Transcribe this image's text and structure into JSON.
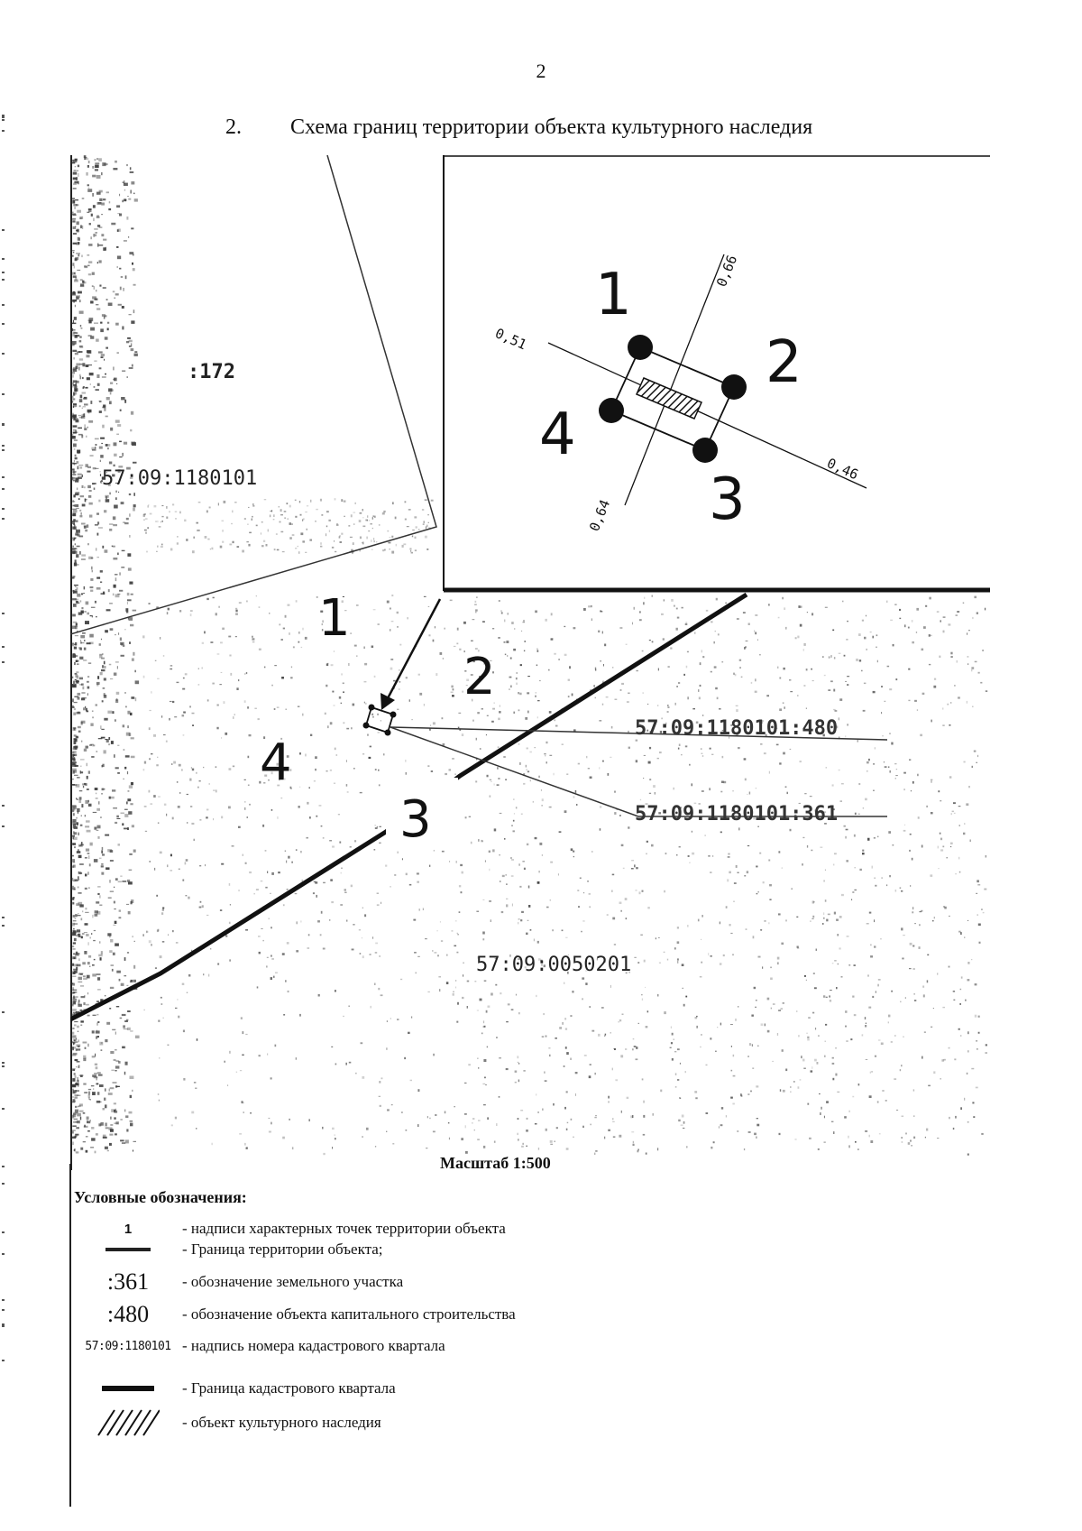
{
  "page": {
    "number": "2",
    "section_number": "2.",
    "section_title": "Схема границ территории объекта культурного наследия"
  },
  "map": {
    "parcel_label": ":172",
    "quarter_upper": "57:09:1180101",
    "quarter_lower": "57:09:0050201",
    "parcel_480": "57:09:1180101:480",
    "parcel_361": "57:09:1180101:361",
    "point_1": "1",
    "point_2": "2",
    "point_3": "3",
    "point_4": "4",
    "scale": "Масштаб 1:500"
  },
  "inset": {
    "point_1": "1",
    "point_2": "2",
    "point_3": "3",
    "point_4": "4",
    "dim_nw": "0,51",
    "dim_ne": "0,66",
    "dim_se": "0,46",
    "dim_sw": "0,64"
  },
  "legend": {
    "title": "Условные обозначения:",
    "items": [
      {
        "symbol": "1",
        "desc": "- надписи характерных точек территории объекта"
      },
      {
        "symbol": "",
        "desc": "- Граница территории объекта;"
      },
      {
        "symbol": ":361",
        "desc": "- обозначение земельного участка"
      },
      {
        "symbol": ":480",
        "desc": "- обозначение объекта капитального строительства"
      },
      {
        "symbol": "57:09:1180101",
        "desc": "- надпись номера кадастрового квартала"
      },
      {
        "symbol": "",
        "desc": "- Граница кадастрового квартала"
      },
      {
        "symbol": "",
        "desc": "- объект культурного наследия"
      }
    ]
  },
  "colors": {
    "ink": "#111111",
    "boundary": "#1a1a1a",
    "noise": "#3a3a3a"
  }
}
